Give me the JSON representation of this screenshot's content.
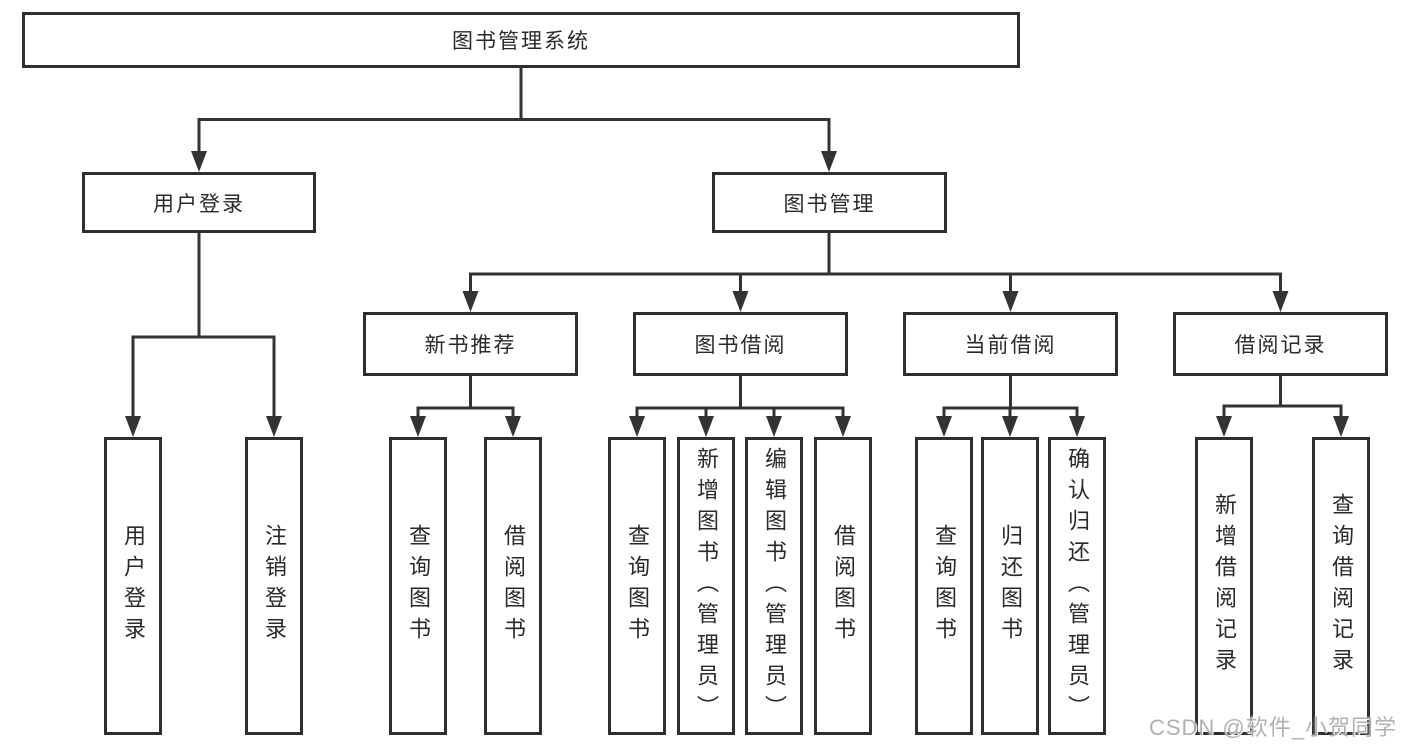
{
  "diagram": {
    "colors": {
      "line": "#333333",
      "box_border": "#2e2e2e",
      "box_fill": "#ffffff",
      "text": "#2a2a2a",
      "watermark": "#adadad"
    },
    "tree": {
      "root": {
        "label": "图书管理系统",
        "children": [
          {
            "label": "用户登录",
            "children": [
              {
                "label": "用户登录"
              },
              {
                "label": "注销登录"
              }
            ]
          },
          {
            "label": "图书管理",
            "children": [
              {
                "label": "新书推荐",
                "children": [
                  {
                    "label": "查询图书"
                  },
                  {
                    "label": "借阅图书"
                  }
                ]
              },
              {
                "label": "图书借阅",
                "children": [
                  {
                    "label": "查询图书"
                  },
                  {
                    "label": "新增图书（管理员）"
                  },
                  {
                    "label": "编辑图书（管理员）"
                  },
                  {
                    "label": "借阅图书"
                  }
                ]
              },
              {
                "label": "当前借阅",
                "children": [
                  {
                    "label": "查询图书"
                  },
                  {
                    "label": "归还图书"
                  },
                  {
                    "label": "确认归还（管理员）"
                  }
                ]
              },
              {
                "label": "借阅记录",
                "children": [
                  {
                    "label": "新增借阅记录"
                  },
                  {
                    "label": "查询借阅记录"
                  }
                ]
              }
            ]
          }
        ]
      }
    }
  },
  "watermark": {
    "text": "CSDN @软件_小贺同学"
  }
}
